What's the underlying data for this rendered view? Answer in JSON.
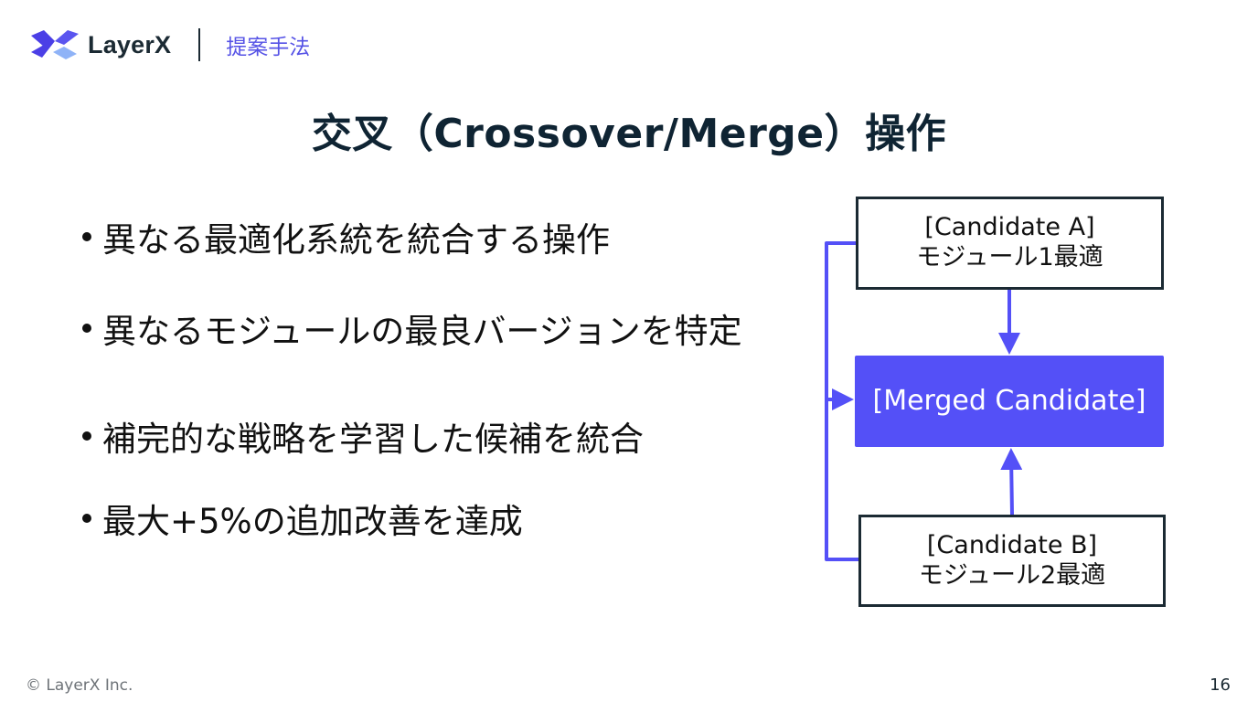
{
  "header": {
    "logo_icon": "layerx-logo-icon",
    "brand_name": "LayerX",
    "section_label": "提案手法"
  },
  "slide": {
    "title": "交叉（Crossover/Merge）操作",
    "bullets": [
      "異なる最適化系統を統合する操作",
      "異なるモジュールの最良バージョンを特定",
      "補完的な戦略を学習した候補を統合",
      "最大+5%の追加改善を達成"
    ]
  },
  "diagram": {
    "candidate_a": {
      "line1": "[Candidate A]",
      "line2": "モジュール1最適"
    },
    "merged": {
      "label": "[Merged Candidate]"
    },
    "candidate_b": {
      "line1": "[Candidate B]",
      "line2": "モジュール2最適"
    },
    "accent_color": "#5450f7",
    "border_color": "#1b2a33"
  },
  "footer": {
    "copyright": "© LayerX Inc.",
    "page_number": "16"
  }
}
